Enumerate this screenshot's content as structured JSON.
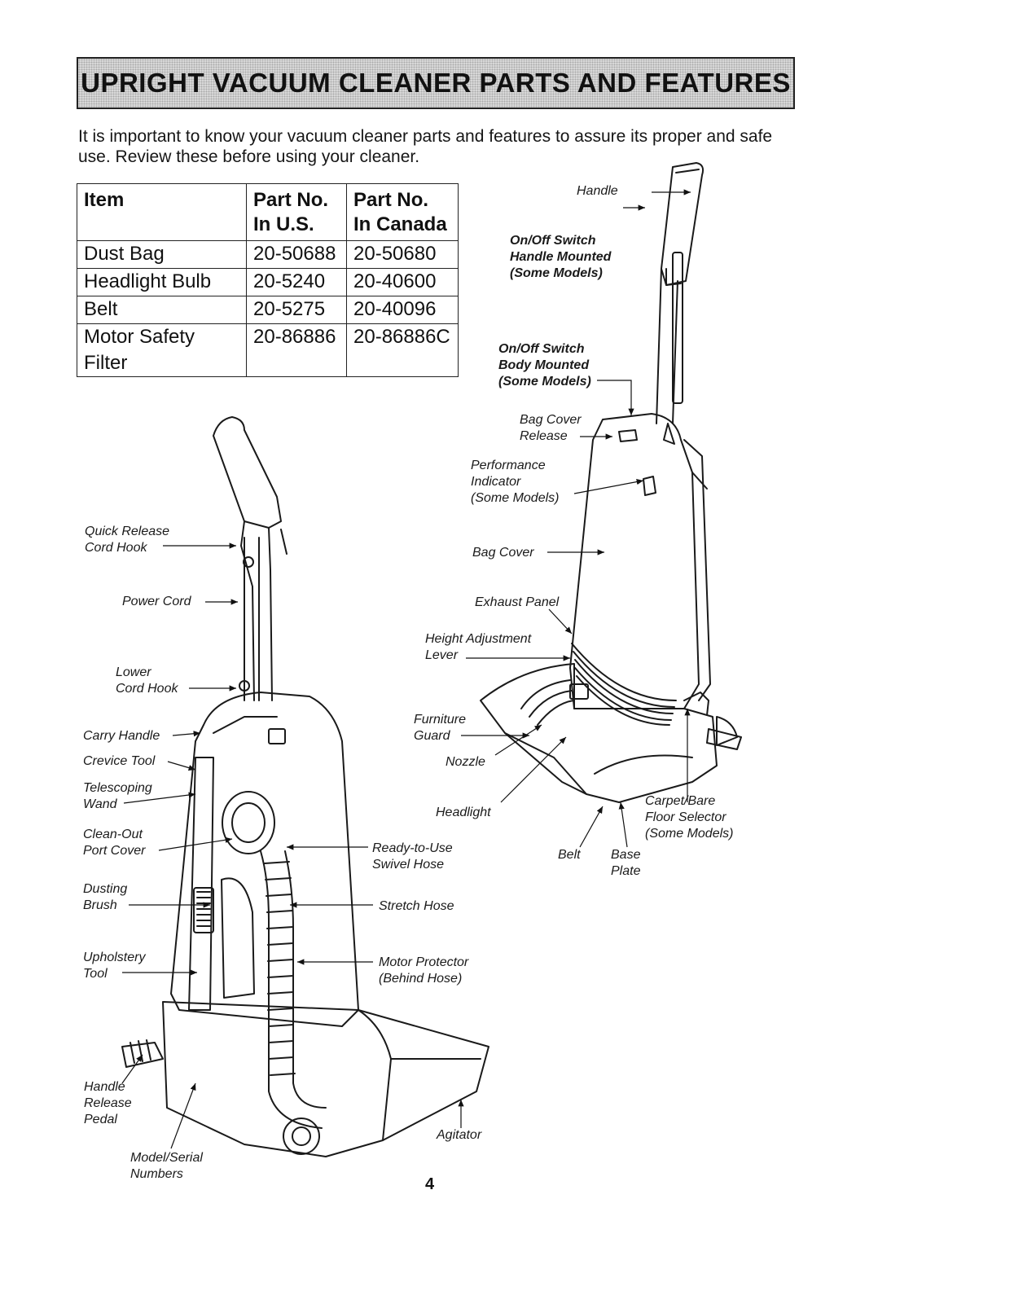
{
  "header": {
    "title": "UPRIGHT VACUUM CLEANER PARTS AND FEATURES"
  },
  "intro": "It is important to know your vacuum cleaner parts and features to assure its proper and safe use. Review these before using your cleaner.",
  "table": {
    "headers": [
      "Item",
      "Part No.\nIn U.S.",
      "Part No.\nIn Canada"
    ],
    "rows": [
      [
        "Dust Bag",
        "20-50688",
        "20-50680"
      ],
      [
        "Headlight Bulb",
        "20-5240",
        "20-40600"
      ],
      [
        "Belt",
        "20-5275",
        "20-40096"
      ],
      [
        "Motor Safety Filter",
        "20-86886",
        "20-86886C"
      ]
    ]
  },
  "labels": {
    "handle": "Handle",
    "onoff_handle": "On/Off Switch\nHandle Mounted\n(Some Models)",
    "onoff_body": "On/Off Switch\nBody Mounted\n(Some Models)",
    "bag_cover_release": "Bag Cover\nRelease",
    "performance_indicator": "Performance\nIndicator\n(Some Models)",
    "bag_cover": "Bag Cover",
    "exhaust_panel": "Exhaust Panel",
    "height_adjustment": "Height Adjustment\nLever",
    "furniture_guard": "Furniture\nGuard",
    "nozzle": "Nozzle",
    "headlight": "Headlight",
    "carpet_bare": "Carpet/Bare\nFloor Selector\n(Some Models)",
    "belt": "Belt",
    "base_plate": "Base\nPlate",
    "quick_release": "Quick Release\nCord Hook",
    "power_cord": "Power Cord",
    "lower_cord_hook": "Lower\nCord Hook",
    "carry_handle": "Carry Handle",
    "crevice_tool": "Crevice Tool",
    "telescoping_wand": "Telescoping\nWand",
    "clean_out": "Clean-Out\nPort Cover",
    "swivel_hose": "Ready-to-Use\nSwivel Hose",
    "dusting_brush": "Dusting\nBrush",
    "stretch_hose": "Stretch Hose",
    "upholstery_tool": "Upholstery\nTool",
    "motor_protector": "Motor Protector\n(Behind Hose)",
    "handle_release": "Handle\nRelease\nPedal",
    "model_serial": "Model/Serial\nNumbers",
    "agitator": "Agitator"
  },
  "page_number": "4"
}
